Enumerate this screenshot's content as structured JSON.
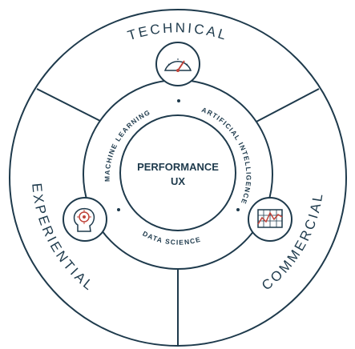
{
  "center": {
    "line1": "PERFORMANCE",
    "line2": "UX"
  },
  "outer_segments": {
    "top": "TECHNICAL",
    "left": "EXPERIENTIAL",
    "right": "COMMERCIAL"
  },
  "inner_ring": {
    "top_left": "MACHINE LEARNING",
    "top_right": "ARTIFICIAL INTELLIGENCE",
    "bottom": "DATA SCIENCE"
  },
  "icons": {
    "top": "gauge-icon",
    "left": "head-target-icon",
    "right": "chart-grid-icon"
  },
  "colors": {
    "line": "#1e3a4c",
    "accent": "#c0433a",
    "background": "#ffffff"
  }
}
